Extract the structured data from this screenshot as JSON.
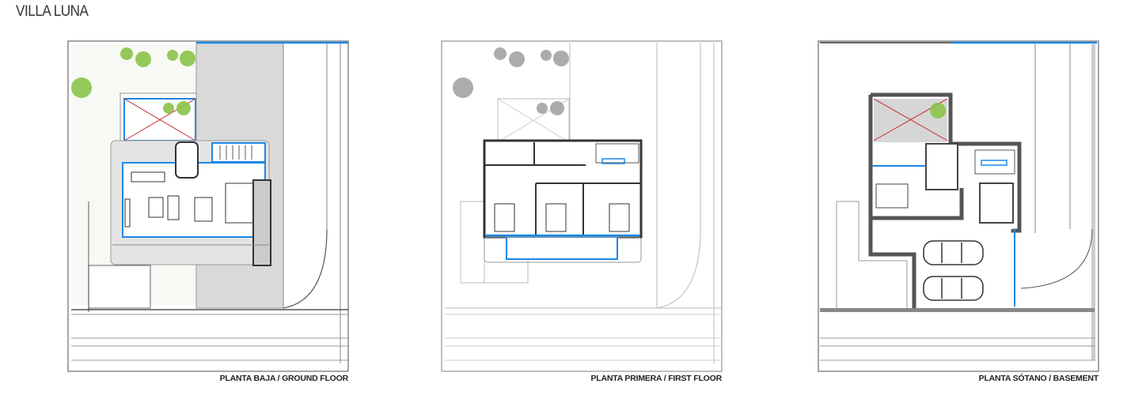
{
  "project": {
    "title": "VILLA LUNA"
  },
  "plans": [
    {
      "caption": "PLANTA BAJA / GROUND FLOOR"
    },
    {
      "caption": "PLANTA PRIMERA / FIRST FLOOR"
    },
    {
      "caption": "PLANTA SÓTANO / BASEMENT"
    }
  ],
  "colors": {
    "wall": "#3a3a3a",
    "glazing": "#1e88e5",
    "vegetation": "#8bc34a",
    "void_cross": "#c62828",
    "paving": "#d9d9d9"
  }
}
